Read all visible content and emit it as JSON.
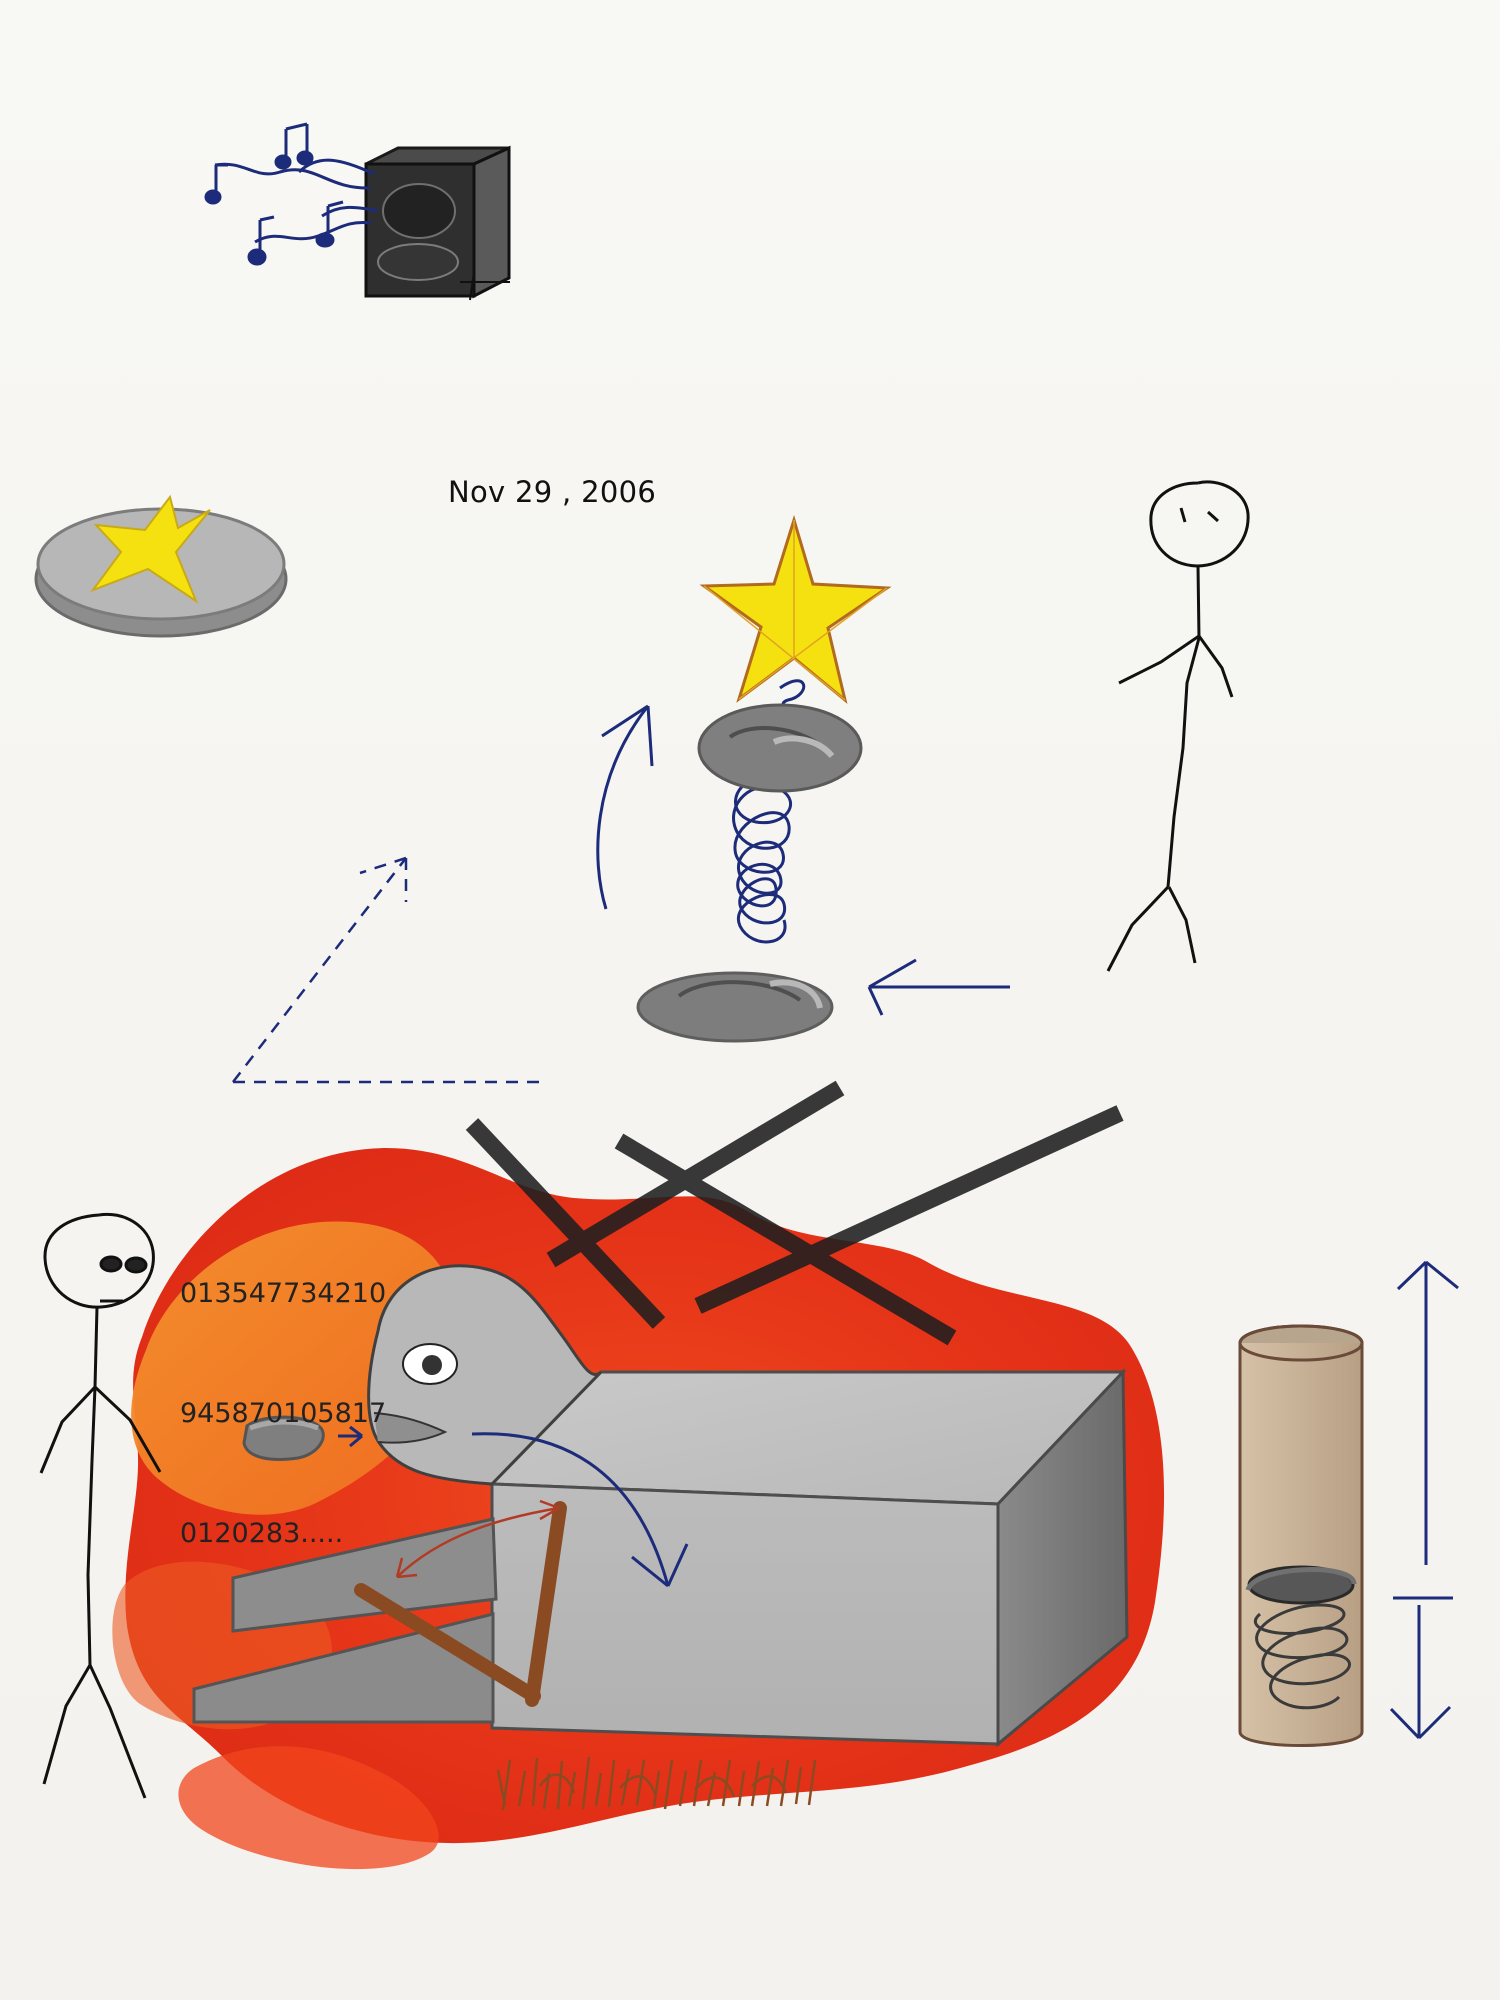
{
  "canvas": {
    "background": "#f7f6f2"
  },
  "annotations": {
    "date": "Nov 29 , 2006",
    "number_lines": [
      "013547734210",
      "945870105817",
      "0120283....."
    ]
  },
  "colors": {
    "star_yellow": "#f5e10f",
    "lava_red": "#e53418",
    "lava_orange": "#f18c27",
    "stone_gray": "#8f8f8f",
    "machine_gray": "#c6c6c6",
    "arrow_blue": "#1c2b7a",
    "wood_brown": "#8b4b22",
    "tube_tan": "#c9b49a"
  },
  "icons": [
    "speaker-icon",
    "music-notes-icon",
    "star-medallion-icon",
    "star-icon",
    "spring-icon",
    "stone-icon",
    "stick-figure-icon",
    "lava-pool-icon",
    "crossed-bars-icon",
    "machine-block-icon",
    "face-icon",
    "lever-icon",
    "arrow-icon",
    "tube-container-icon",
    "grass-icon"
  ]
}
